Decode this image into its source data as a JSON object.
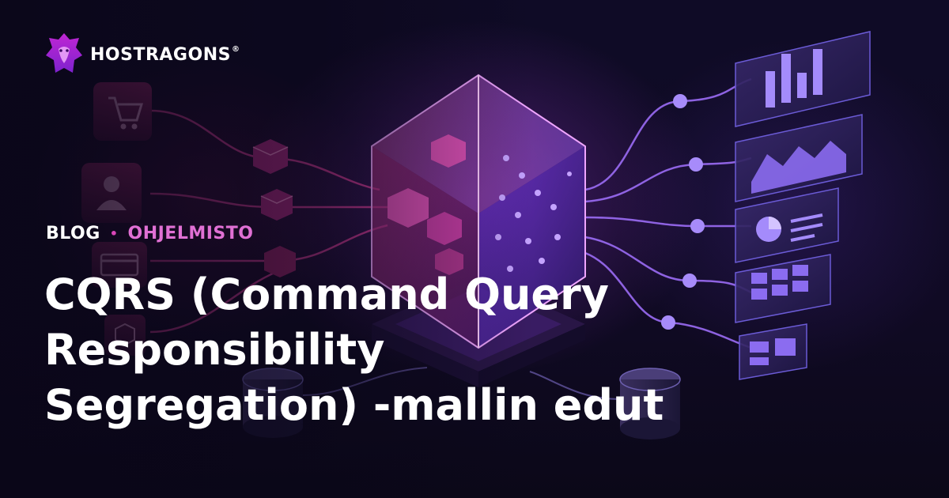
{
  "brand": {
    "name": "HOSTRAGONS",
    "registered_mark": "®",
    "logo_icon": "dragon-icon"
  },
  "category": {
    "primary": "BLOG",
    "separator": "•",
    "secondary": "OHJELMISTO"
  },
  "title": {
    "lines": [
      "CQRS (Command Query",
      "Responsibility",
      "Segregation) -mallin edut"
    ]
  },
  "illustration": {
    "left_icons": [
      "shopping-cart-icon",
      "user-icon",
      "credit-card-icon",
      "box-icon"
    ],
    "center": "glowing-cube-icon",
    "right_panels": [
      "bar-chart-icon",
      "area-chart-icon",
      "pie-chart-icon",
      "grid-table-icon",
      "list-panel-icon"
    ],
    "bottom": [
      "database-icon",
      "database-icon"
    ]
  },
  "colors": {
    "background": "#0d0a1f",
    "accent_pink": "#e070d4",
    "accent_magenta": "#d946b8",
    "accent_violet": "#8b5cf6",
    "title": "#ffffff"
  }
}
